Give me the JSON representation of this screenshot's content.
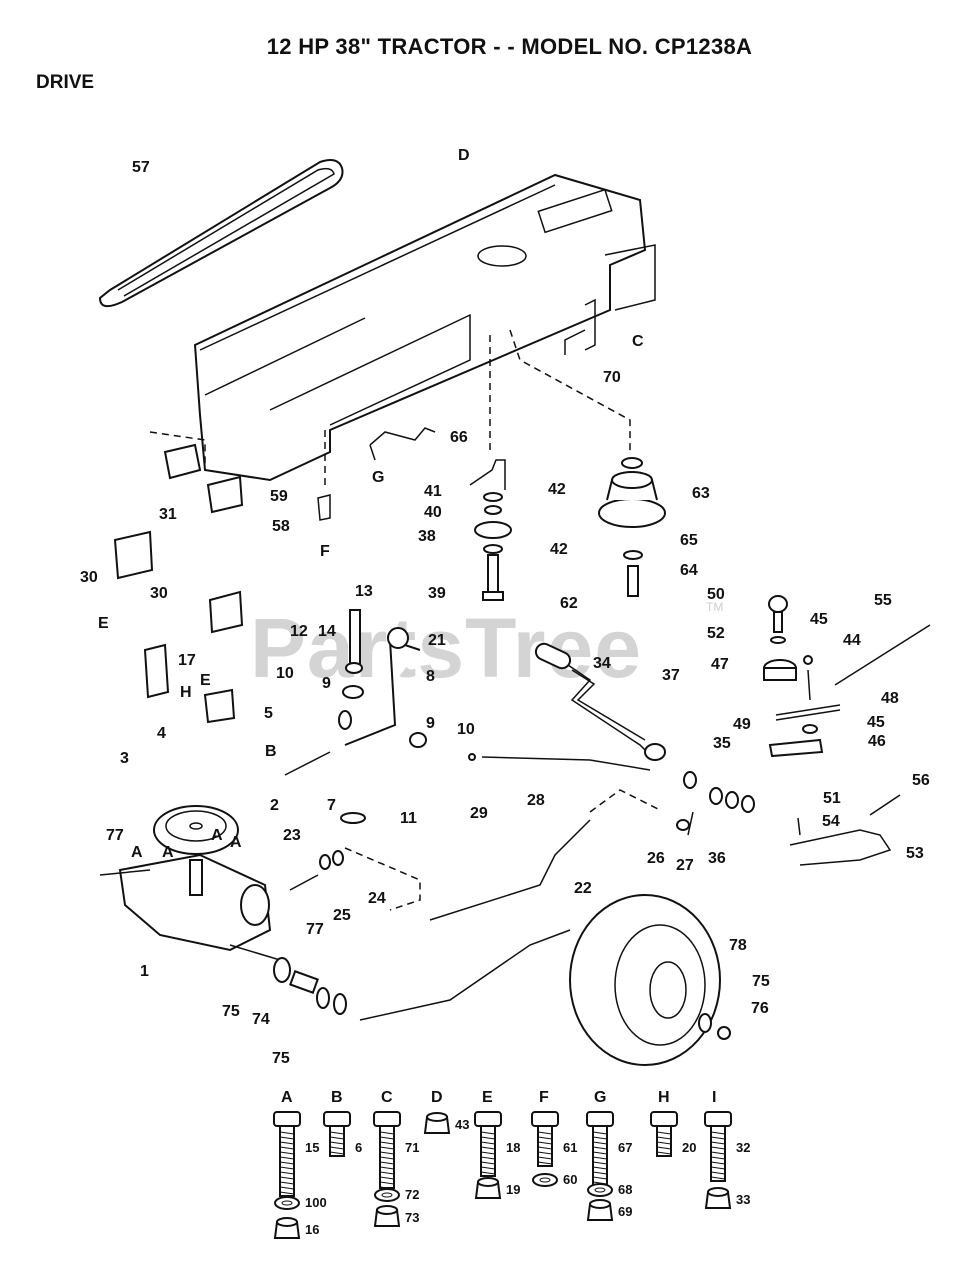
{
  "header": {
    "title": "12 HP 38\" TRACTOR - - MODEL NO.  CP1238A",
    "section": "DRIVE"
  },
  "watermark": {
    "text": "PartsTree",
    "tm": "TM"
  },
  "callouts": [
    {
      "id": "57",
      "label": "57"
    },
    {
      "id": "D",
      "label": "D"
    },
    {
      "id": "C",
      "label": "C"
    },
    {
      "id": "70",
      "label": "70"
    },
    {
      "id": "66",
      "label": "66"
    },
    {
      "id": "G",
      "label": "G"
    },
    {
      "id": "41",
      "label": "41"
    },
    {
      "id": "42a",
      "label": "42"
    },
    {
      "id": "40",
      "label": "40"
    },
    {
      "id": "38",
      "label": "38"
    },
    {
      "id": "42b",
      "label": "42"
    },
    {
      "id": "39",
      "label": "39"
    },
    {
      "id": "63",
      "label": "63"
    },
    {
      "id": "65",
      "label": "65"
    },
    {
      "id": "64",
      "label": "64"
    },
    {
      "id": "31",
      "label": "31"
    },
    {
      "id": "58",
      "label": "58"
    },
    {
      "id": "59",
      "label": "59"
    },
    {
      "id": "F",
      "label": "F"
    },
    {
      "id": "30a",
      "label": "30"
    },
    {
      "id": "30b",
      "label": "30"
    },
    {
      "id": "E1",
      "label": "E"
    },
    {
      "id": "17",
      "label": "17"
    },
    {
      "id": "H",
      "label": "H"
    },
    {
      "id": "E2",
      "label": "E"
    },
    {
      "id": "5",
      "label": "5"
    },
    {
      "id": "B",
      "label": "B"
    },
    {
      "id": "13",
      "label": "13"
    },
    {
      "id": "12",
      "label": "12"
    },
    {
      "id": "14",
      "label": "14"
    },
    {
      "id": "21",
      "label": "21"
    },
    {
      "id": "10a",
      "label": "10"
    },
    {
      "id": "9a",
      "label": "9"
    },
    {
      "id": "8",
      "label": "8"
    },
    {
      "id": "9b",
      "label": "9"
    },
    {
      "id": "10b",
      "label": "10"
    },
    {
      "id": "2",
      "label": "2"
    },
    {
      "id": "7",
      "label": "7"
    },
    {
      "id": "11",
      "label": "11"
    },
    {
      "id": "4",
      "label": "4"
    },
    {
      "id": "3",
      "label": "3"
    },
    {
      "id": "77a",
      "label": "77"
    },
    {
      "id": "Aa",
      "label": "A"
    },
    {
      "id": "Ab",
      "label": "A"
    },
    {
      "id": "Ac",
      "label": "A"
    },
    {
      "id": "Ad",
      "label": "A"
    },
    {
      "id": "1",
      "label": "1"
    },
    {
      "id": "23",
      "label": "23"
    },
    {
      "id": "24",
      "label": "24"
    },
    {
      "id": "25",
      "label": "25"
    },
    {
      "id": "77b",
      "label": "77"
    },
    {
      "id": "75a",
      "label": "75"
    },
    {
      "id": "74",
      "label": "74"
    },
    {
      "id": "75b",
      "label": "75"
    },
    {
      "id": "62",
      "label": "62"
    },
    {
      "id": "34",
      "label": "34"
    },
    {
      "id": "37",
      "label": "37"
    },
    {
      "id": "29",
      "label": "29"
    },
    {
      "id": "28",
      "label": "28"
    },
    {
      "id": "22",
      "label": "22"
    },
    {
      "id": "35",
      "label": "35"
    },
    {
      "id": "26",
      "label": "26"
    },
    {
      "id": "27",
      "label": "27"
    },
    {
      "id": "36",
      "label": "36"
    },
    {
      "id": "50",
      "label": "50"
    },
    {
      "id": "52",
      "label": "52"
    },
    {
      "id": "47",
      "label": "47"
    },
    {
      "id": "45a",
      "label": "45"
    },
    {
      "id": "44",
      "label": "44"
    },
    {
      "id": "55",
      "label": "55"
    },
    {
      "id": "48",
      "label": "48"
    },
    {
      "id": "45b",
      "label": "45"
    },
    {
      "id": "46",
      "label": "46"
    },
    {
      "id": "49",
      "label": "49"
    },
    {
      "id": "51",
      "label": "51"
    },
    {
      "id": "56",
      "label": "56"
    },
    {
      "id": "54",
      "label": "54"
    },
    {
      "id": "53",
      "label": "53"
    },
    {
      "id": "78",
      "label": "78"
    },
    {
      "id": "75c",
      "label": "75"
    },
    {
      "id": "76",
      "label": "76"
    }
  ],
  "hardware_legend": [
    {
      "letter": "A",
      "parts": [
        "15",
        "100",
        "16"
      ]
    },
    {
      "letter": "B",
      "parts": [
        "6"
      ]
    },
    {
      "letter": "C",
      "parts": [
        "71",
        "72",
        "73"
      ]
    },
    {
      "letter": "D",
      "parts": [
        "43"
      ]
    },
    {
      "letter": "E",
      "parts": [
        "18",
        "19"
      ]
    },
    {
      "letter": "F",
      "parts": [
        "61",
        "60"
      ]
    },
    {
      "letter": "G",
      "parts": [
        "67",
        "68",
        "69"
      ]
    },
    {
      "letter": "H",
      "parts": [
        "20"
      ]
    },
    {
      "letter": "I",
      "parts": [
        "32",
        "33"
      ]
    }
  ]
}
